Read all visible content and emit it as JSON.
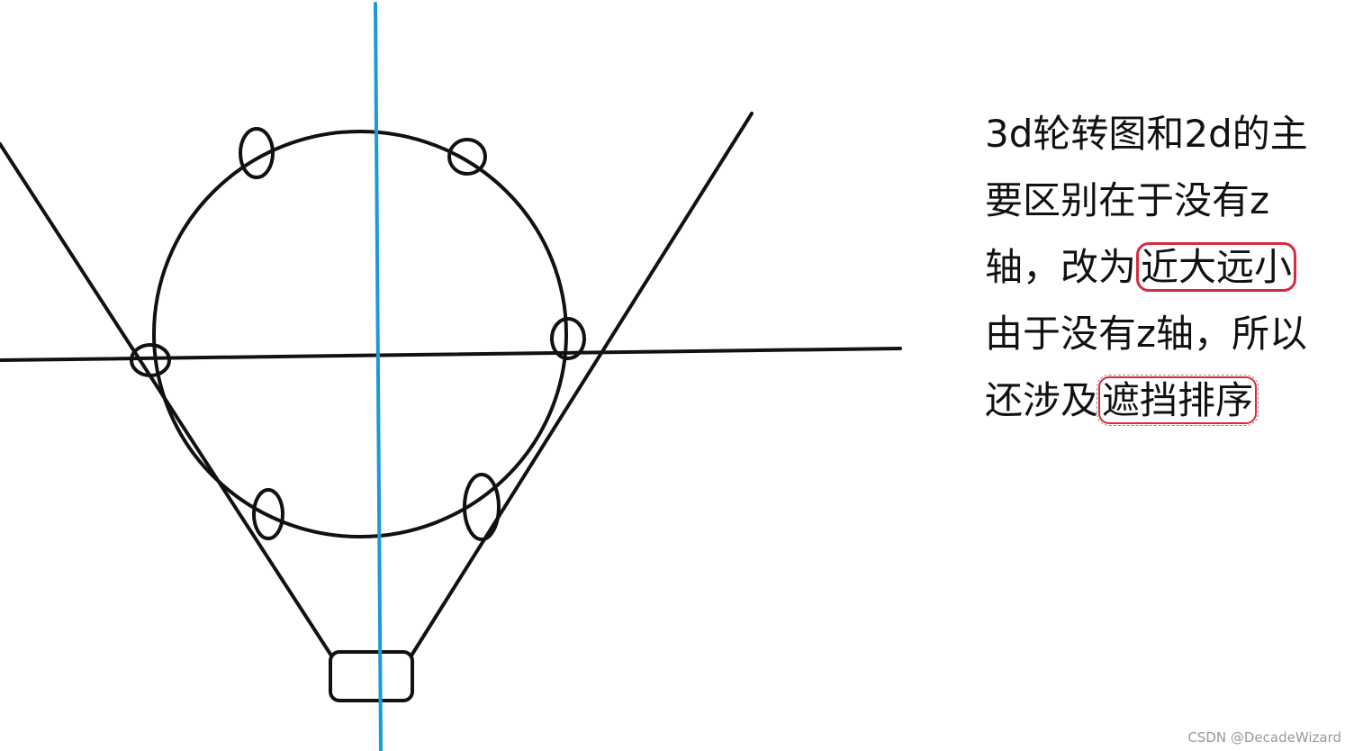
{
  "note": {
    "line1": "3d轮转图和2d的主",
    "line2": "要区别在于没有z",
    "line3_prefix": "轴，改为",
    "line3_highlight": "近大远小",
    "line4": "由于没有z轴，所以",
    "line5_prefix": "还涉及",
    "line5_highlight": "遮挡排序"
  },
  "watermark": "CSDN @DecadeWizard",
  "colors": {
    "stroke": "#111111",
    "axis_vertical": "#1a9ad6",
    "highlight_border": "#d62b3a"
  }
}
